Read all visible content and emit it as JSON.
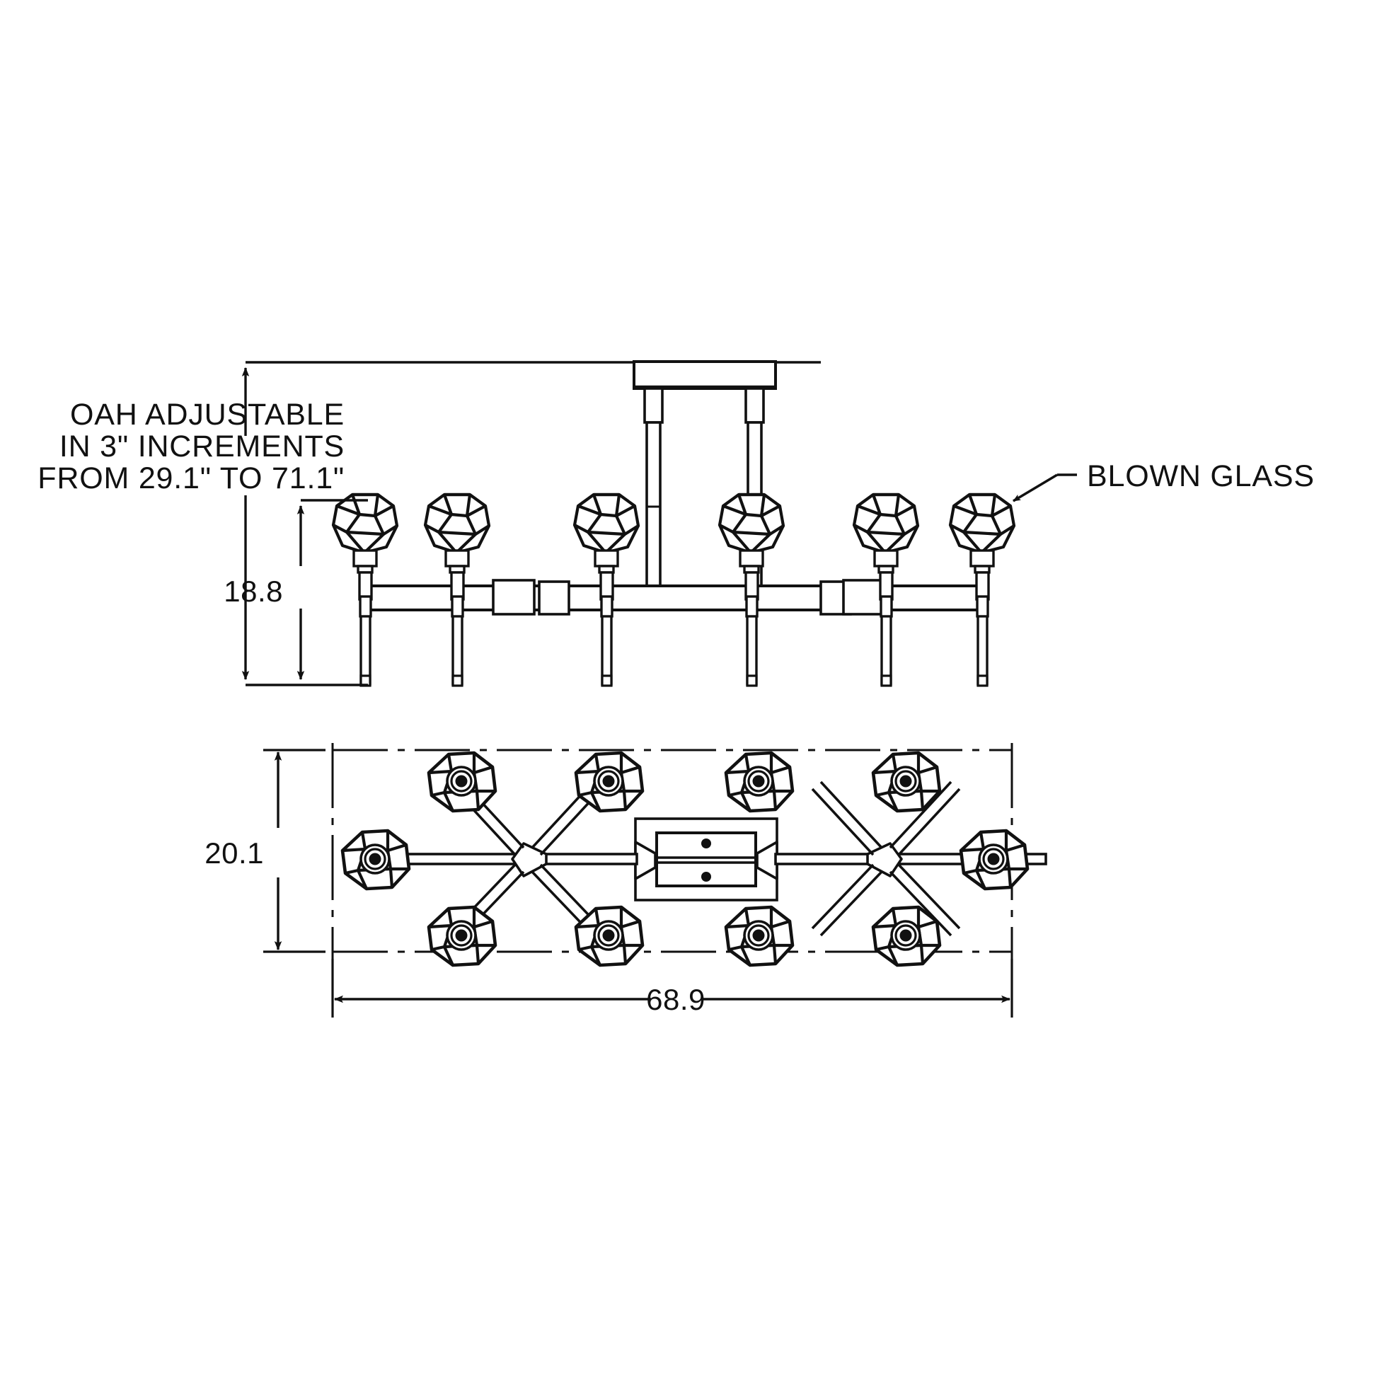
{
  "document": {
    "type": "technical-drawing",
    "product": "linear-chandelier",
    "background_color": "#ffffff",
    "line_color": "#111111"
  },
  "notes": {
    "oah_note": {
      "line1": "OAH ADJUSTABLE",
      "line2": "IN 3\" INCREMENTS",
      "line3": "FROM 29.1\" TO 71.1\""
    },
    "material_callout": {
      "label": "BLOWN GLASS"
    }
  },
  "dimensions": {
    "overall_height": {
      "value": "",
      "note_ref": "oah_note"
    },
    "shade_drop": {
      "value": "18.8"
    },
    "plan_depth": {
      "value": "20.1"
    },
    "plan_width": {
      "value": "68.9"
    }
  },
  "views": {
    "elevation": {
      "name": "front-elevation",
      "shade_count": 6
    },
    "plan": {
      "name": "plan-view",
      "shade_count": 10
    }
  }
}
